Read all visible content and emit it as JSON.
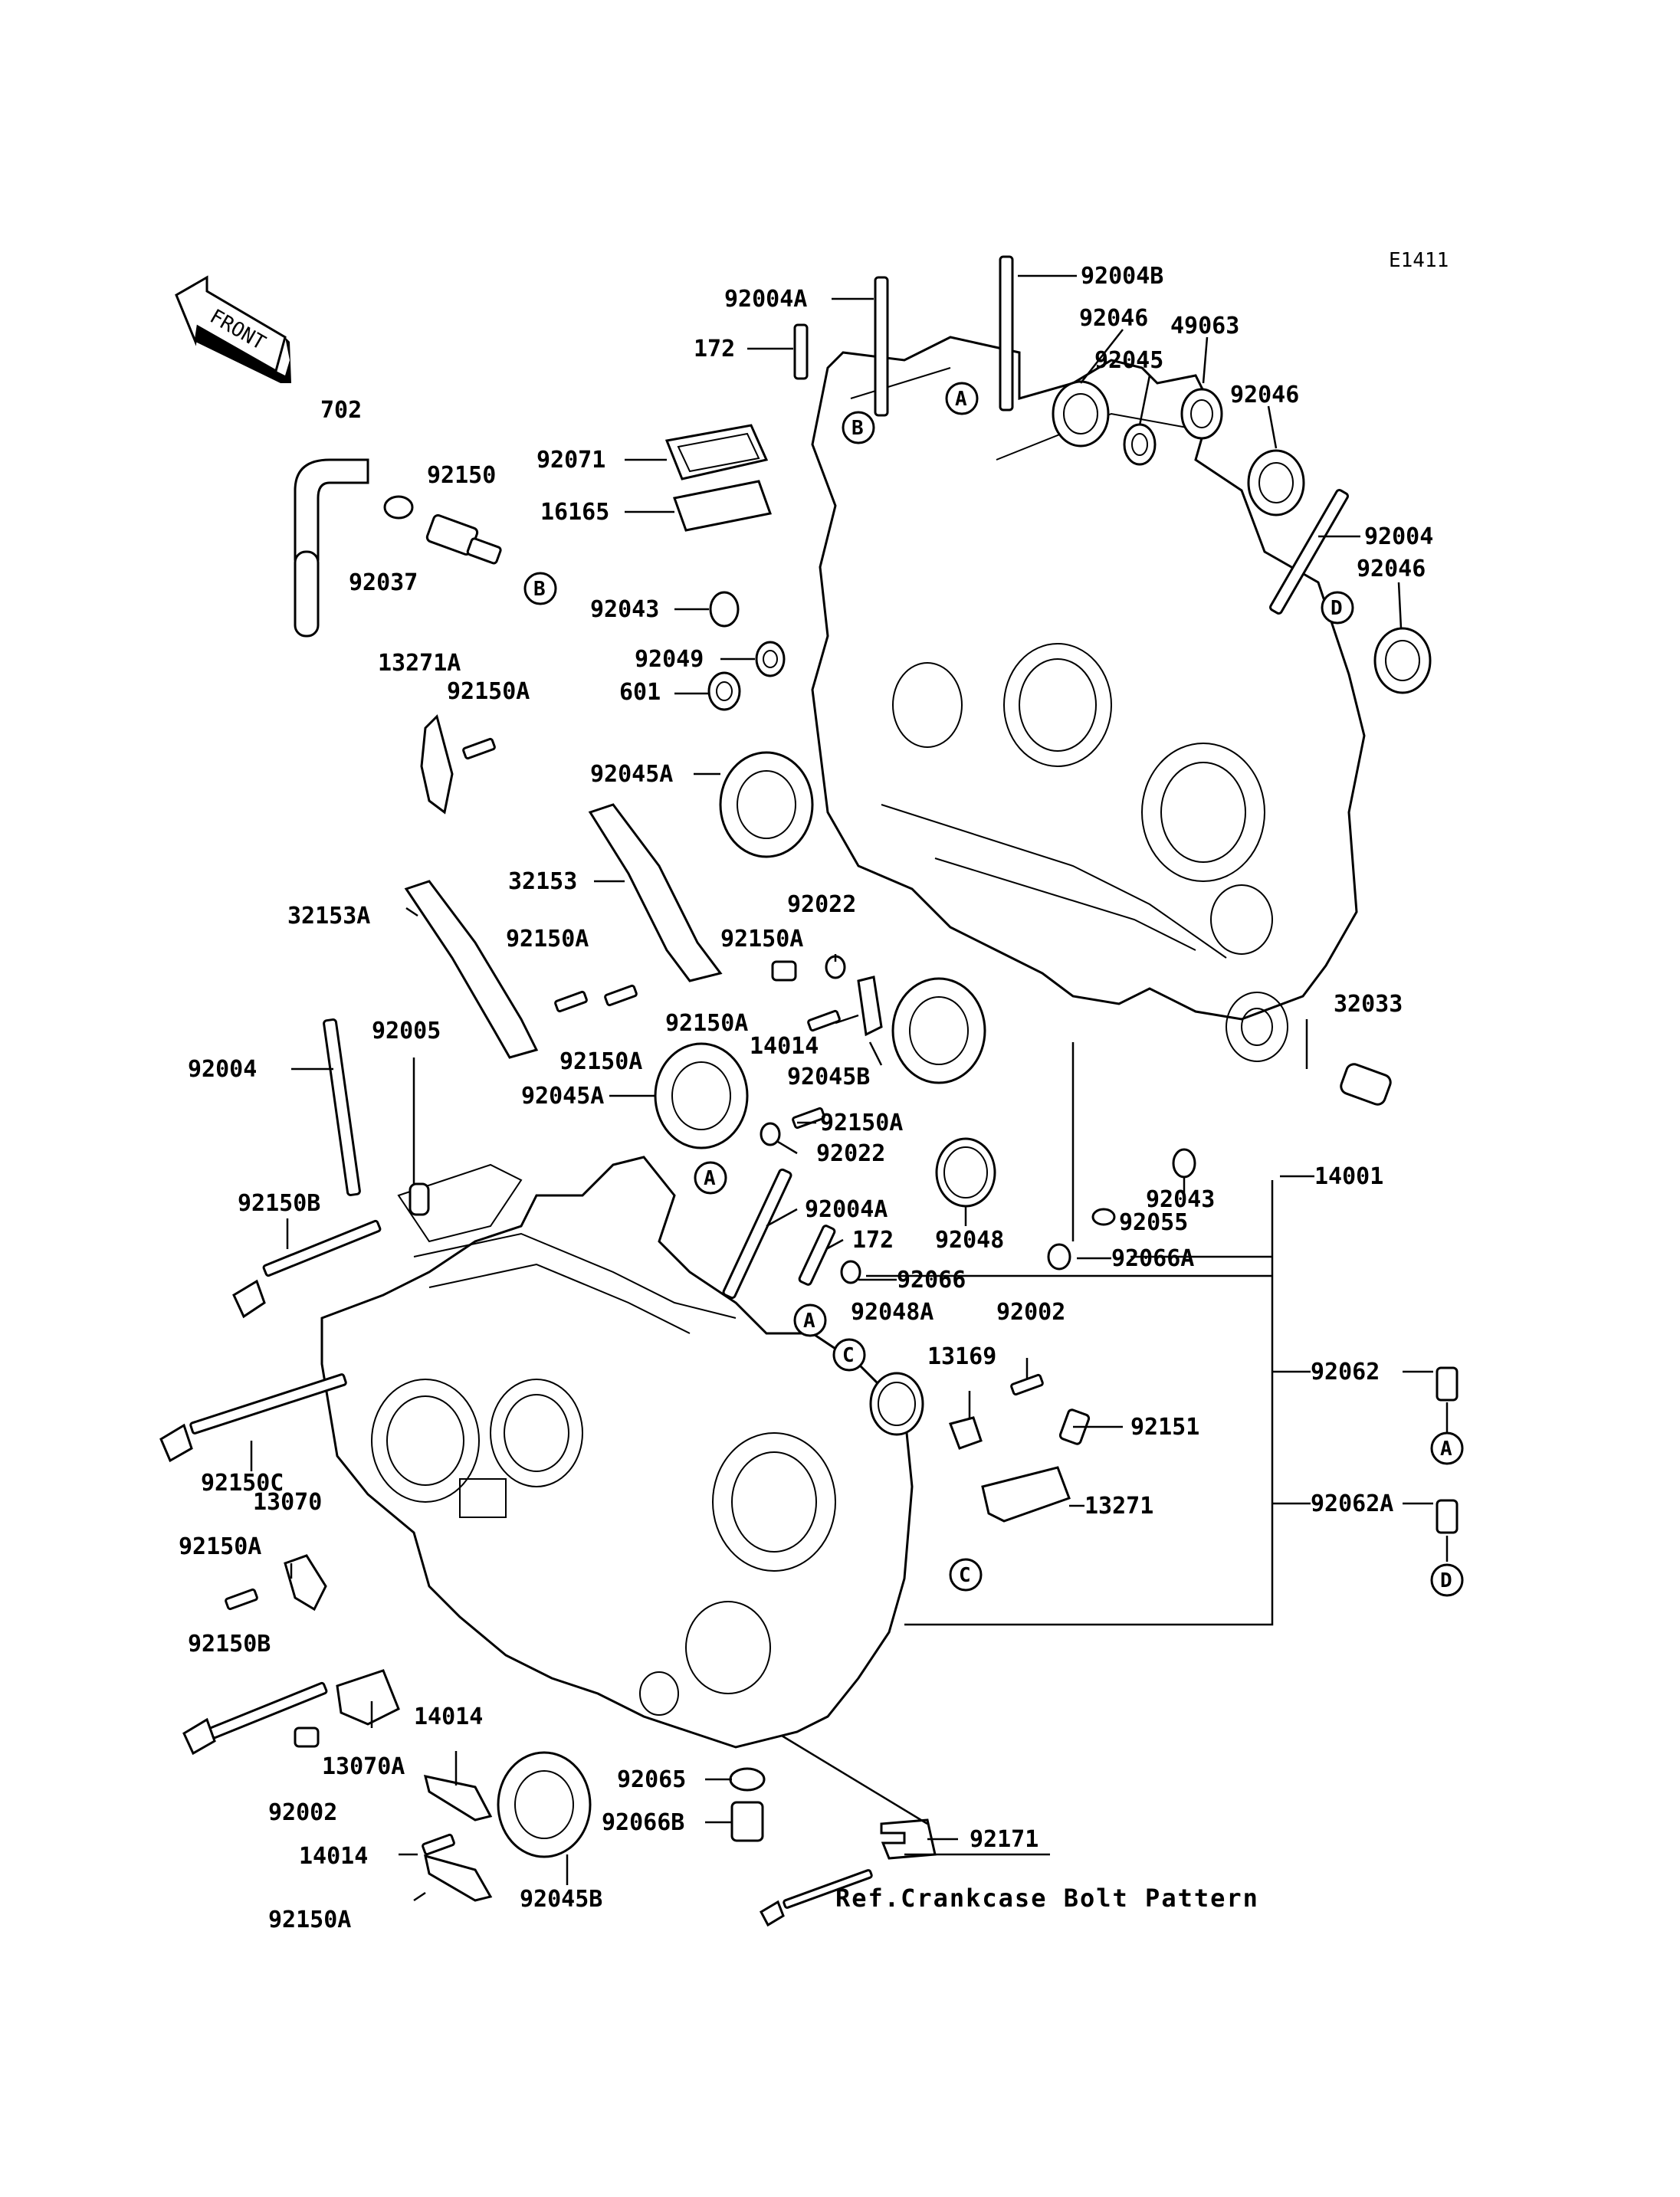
{
  "diagram_code": "E1411",
  "direction_label": "FRONT",
  "reference_note": "Ref.Crankcase Bolt Pattern",
  "callout_letters": [
    "A",
    "B",
    "C",
    "D"
  ],
  "labels": [
    {
      "id": "l1",
      "text": "92004A"
    },
    {
      "id": "l2",
      "text": "92004B"
    },
    {
      "id": "l3",
      "text": "172"
    },
    {
      "id": "l4",
      "text": "92046"
    },
    {
      "id": "l5",
      "text": "49063"
    },
    {
      "id": "l6",
      "text": "92045"
    },
    {
      "id": "l7",
      "text": "92046"
    },
    {
      "id": "l8",
      "text": "702"
    },
    {
      "id": "l9",
      "text": "92071"
    },
    {
      "id": "l10",
      "text": "92150"
    },
    {
      "id": "l11",
      "text": "16165"
    },
    {
      "id": "l12",
      "text": "92004"
    },
    {
      "id": "l13",
      "text": "92037"
    },
    {
      "id": "l14",
      "text": "92046"
    },
    {
      "id": "l15",
      "text": "92043"
    },
    {
      "id": "l16",
      "text": "92049"
    },
    {
      "id": "l17",
      "text": "601"
    },
    {
      "id": "l18",
      "text": "13271A"
    },
    {
      "id": "l19",
      "text": "92150A"
    },
    {
      "id": "l20",
      "text": "92045A"
    },
    {
      "id": "l21",
      "text": "32153"
    },
    {
      "id": "l22",
      "text": "92022"
    },
    {
      "id": "l23",
      "text": "32153A"
    },
    {
      "id": "l24",
      "text": "92150A"
    },
    {
      "id": "l25",
      "text": "92150A"
    },
    {
      "id": "l26",
      "text": "32033"
    },
    {
      "id": "l27",
      "text": "92150A"
    },
    {
      "id": "l28",
      "text": "14014"
    },
    {
      "id": "l29",
      "text": "92004"
    },
    {
      "id": "l30",
      "text": "92005"
    },
    {
      "id": "l31",
      "text": "92150A"
    },
    {
      "id": "l32",
      "text": "92045B"
    },
    {
      "id": "l33",
      "text": "92045A"
    },
    {
      "id": "l34",
      "text": "92150A"
    },
    {
      "id": "l35",
      "text": "92022"
    },
    {
      "id": "l36",
      "text": "14001"
    },
    {
      "id": "l37",
      "text": "92004A"
    },
    {
      "id": "l38",
      "text": "92043"
    },
    {
      "id": "l39",
      "text": "92055"
    },
    {
      "id": "l40",
      "text": "92150B"
    },
    {
      "id": "l41",
      "text": "92048"
    },
    {
      "id": "l42",
      "text": "172"
    },
    {
      "id": "l43",
      "text": "92066A"
    },
    {
      "id": "l44",
      "text": "92066"
    },
    {
      "id": "l45",
      "text": "92048A"
    },
    {
      "id": "l46",
      "text": "92002"
    },
    {
      "id": "l47",
      "text": "13169"
    },
    {
      "id": "l48",
      "text": "92062"
    },
    {
      "id": "l49",
      "text": "92150C"
    },
    {
      "id": "l50",
      "text": "92151"
    },
    {
      "id": "l51",
      "text": "13070"
    },
    {
      "id": "l52",
      "text": "13271"
    },
    {
      "id": "l53",
      "text": "92062A"
    },
    {
      "id": "l54",
      "text": "92150A"
    },
    {
      "id": "l55",
      "text": "92150B"
    },
    {
      "id": "l56",
      "text": "14014"
    },
    {
      "id": "l57",
      "text": "13070A"
    },
    {
      "id": "l58",
      "text": "92065"
    },
    {
      "id": "l59",
      "text": "92002"
    },
    {
      "id": "l60",
      "text": "92066B"
    },
    {
      "id": "l61",
      "text": "92171"
    },
    {
      "id": "l62",
      "text": "14014"
    },
    {
      "id": "l63",
      "text": "92045B"
    },
    {
      "id": "l64",
      "text": "92150A"
    }
  ]
}
